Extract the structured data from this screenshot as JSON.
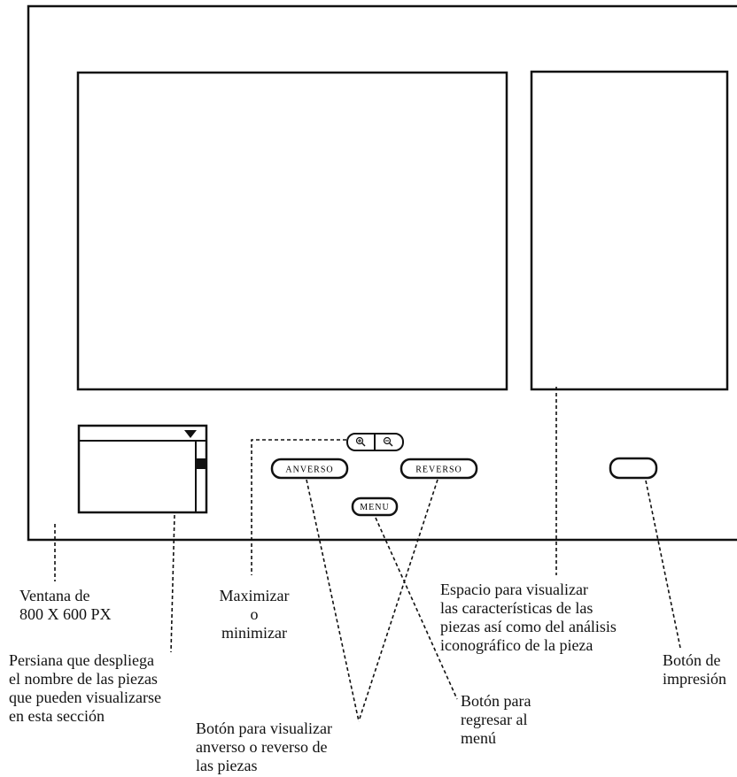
{
  "buttons": {
    "anverso": "ANVERSO",
    "reverso": "REVERSO",
    "menu": "MENU",
    "zoom_in_icon": "zoom-in-icon",
    "zoom_out_icon": "zoom-out-icon"
  },
  "annotations": {
    "window": [
      "Ventana de",
      "800 X 600 PX"
    ],
    "dropdown": [
      "Persiana que despliega",
      "el nombre de las piezas",
      "que pueden visualizarse",
      "en esta sección"
    ],
    "zoom": [
      "Maximizar",
      "o",
      "minimizar"
    ],
    "anverso_reverso": [
      "Botón para visualizar",
      "anverso o reverso de",
      "las piezas"
    ],
    "menu": [
      "Botón para",
      "regresar al",
      "menú"
    ],
    "info_panel": [
      "Espacio para visualizar",
      "las características de las",
      "piezas así como del análisis",
      "iconográfico de la pieza"
    ],
    "print": [
      "Botón de",
      "impresión"
    ]
  },
  "colors": {
    "stroke": "#111111",
    "background": "#ffffff"
  }
}
